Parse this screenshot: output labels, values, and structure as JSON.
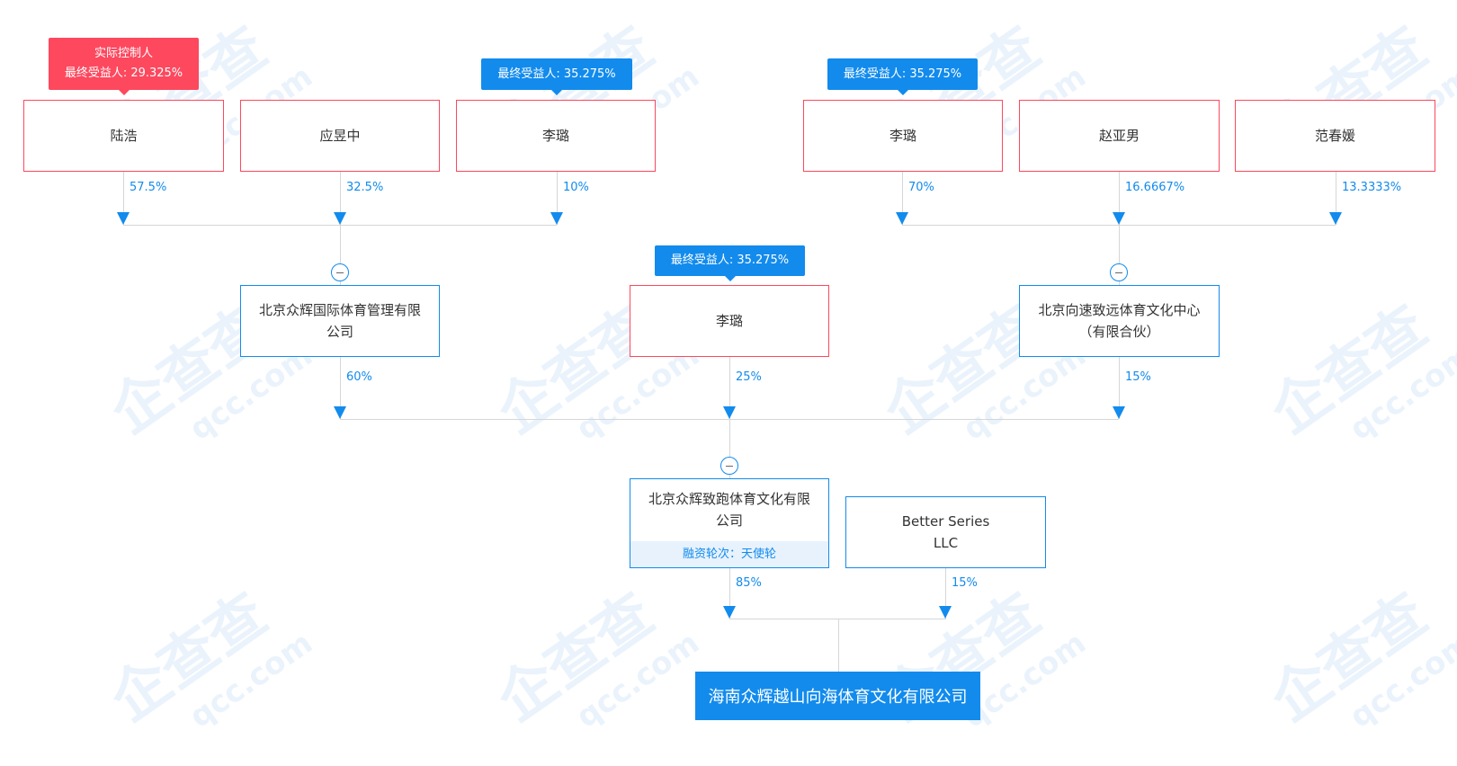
{
  "tags": {
    "controller": "实际控制人",
    "luhao_beneficiary": "最终受益人: 29.325%",
    "lilu_beneficiary_1": "最终受益人: 35.275%",
    "lilu_beneficiary_2": "最终受益人: 35.275%",
    "lilu_beneficiary_3": "最终受益人: 35.275%"
  },
  "top_row": [
    {
      "name": "陆浩",
      "pct": "57.5%"
    },
    {
      "name": "应昱中",
      "pct": "32.5%"
    },
    {
      "name": "李璐",
      "pct": "10%"
    },
    {
      "name": "李璐",
      "pct": "70%"
    },
    {
      "name": "赵亚男",
      "pct": "16.6667%"
    },
    {
      "name": "范春媛",
      "pct": "13.3333%"
    }
  ],
  "mid_row": [
    {
      "name": "北京众辉国际体育管理有限公司",
      "pct": "60%"
    },
    {
      "name": "李璐",
      "pct": "25%"
    },
    {
      "name": "北京向速致远体育文化中心（有限合伙）",
      "pct": "15%"
    }
  ],
  "third_row": [
    {
      "name": "北京众辉致跑体育文化有限公司",
      "funding": "融资轮次：天使轮",
      "pct": "85%"
    },
    {
      "name": "Better Series LLC",
      "pct": "15%"
    }
  ],
  "target": "海南众辉越山向海体育文化有限公司",
  "watermark": "企查查 qcc.com"
}
